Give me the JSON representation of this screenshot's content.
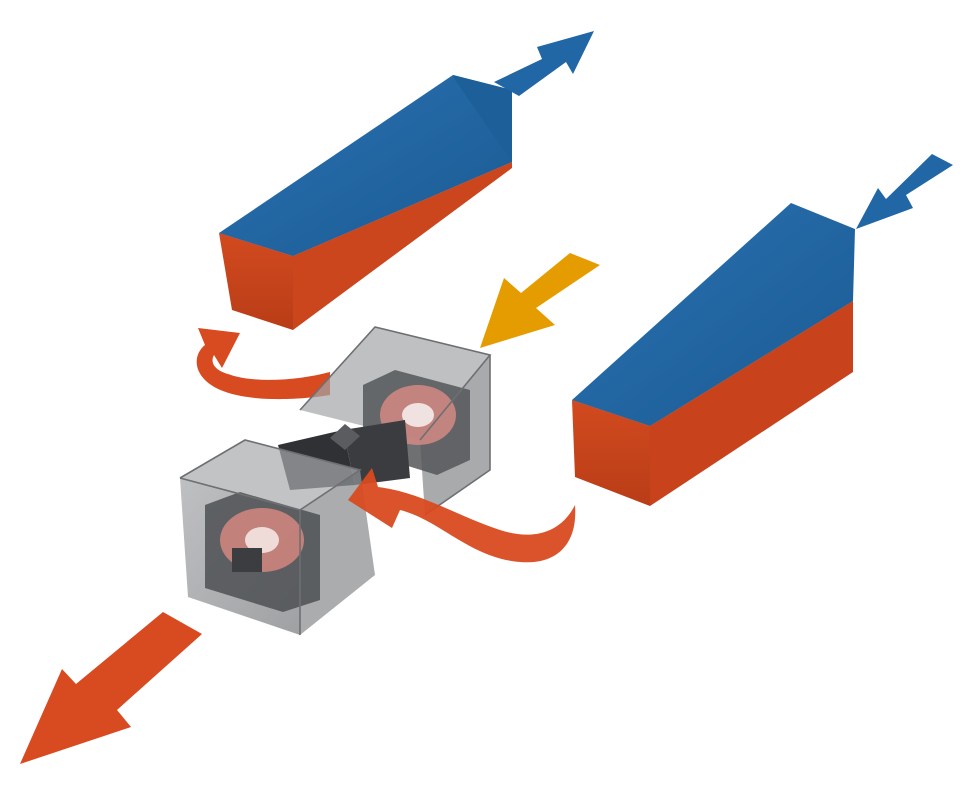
{
  "diagram": {
    "labels": [],
    "colors": {
      "background": "#ffffff",
      "cold_blue": "#1f64a0",
      "cold_blue_dark": "#174f80",
      "hot_orange": "#d64a20",
      "hot_orange_dark": "#b83c18",
      "fresh_air_amber": "#e49a00",
      "housing_gray": "#8d8f92",
      "frame_dark": "#3f4145",
      "fan_pink": "#d98e88"
    },
    "components": [
      {
        "id": "heat-exchanger-block-left",
        "icon": "duct-block-icon"
      },
      {
        "id": "heat-exchanger-block-right",
        "icon": "duct-block-icon"
      },
      {
        "id": "ventilation-unit",
        "icon": "fan-housing-icon"
      }
    ],
    "flows": [
      {
        "id": "blue-exhaust-out",
        "color": "cold_blue",
        "direction": "up-right"
      },
      {
        "id": "blue-intake-in",
        "color": "cold_blue",
        "direction": "down-left"
      },
      {
        "id": "amber-fresh-air-in",
        "color": "fresh_air_amber",
        "direction": "down-left"
      },
      {
        "id": "orange-return-loop",
        "color": "hot_orange",
        "direction": "up-left"
      },
      {
        "id": "orange-supply-curve",
        "color": "hot_orange",
        "direction": "left"
      },
      {
        "id": "orange-discharge-out",
        "color": "hot_orange",
        "direction": "down-left"
      }
    ]
  }
}
